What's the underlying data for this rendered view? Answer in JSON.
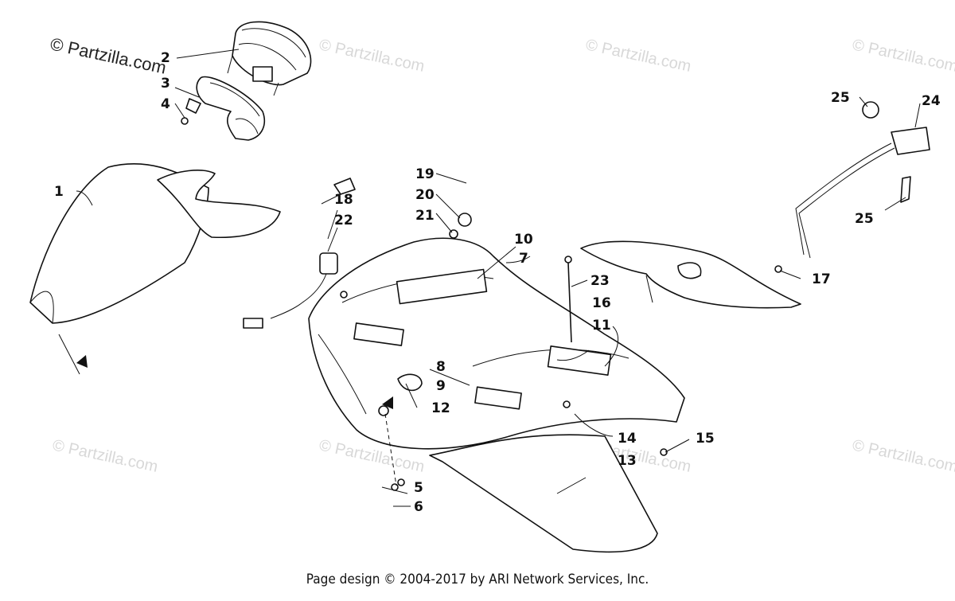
{
  "watermark": {
    "primary": "© Partzilla.com",
    "repeat": "© Partzilla.com"
  },
  "callouts": [
    "1",
    "2",
    "3",
    "4",
    "5",
    "6",
    "7",
    "8",
    "9",
    "10",
    "11",
    "12",
    "13",
    "14",
    "15",
    "16",
    "17",
    "18",
    "19",
    "20",
    "21",
    "22",
    "23",
    "24",
    "25",
    "25"
  ],
  "footer": "Page design © 2004-2017 by ARI Network Services, Inc."
}
